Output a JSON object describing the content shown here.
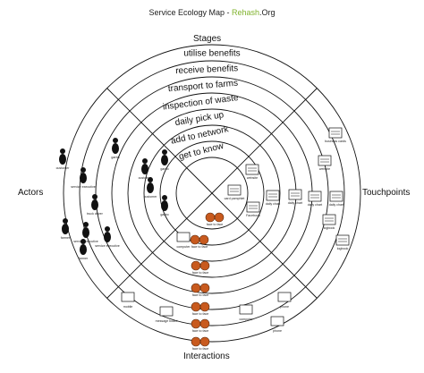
{
  "title": {
    "prefix": "Service Ecology Map - ",
    "brand": "Rehash",
    "suffix": ".Org"
  },
  "quadrants": {
    "top": "Stages",
    "left": "Actors",
    "right": "Touchpoints",
    "bottom": "Interactions"
  },
  "stages": [
    "utilise benefits",
    "receive benefits",
    "transport to farms",
    "inspection of waste",
    "daily pick up",
    "add to network",
    "get to know"
  ],
  "actors": [
    {
      "label": "customer"
    },
    {
      "label": "service executive"
    },
    {
      "label": "truck driver"
    },
    {
      "label": "garbo"
    },
    {
      "label": "customer"
    },
    {
      "label": "garbo"
    },
    {
      "label": "garbo"
    },
    {
      "label": "service executive"
    },
    {
      "label": "service executive"
    },
    {
      "label": "farmer"
    },
    {
      "label": "farmer"
    },
    {
      "label": "customer"
    }
  ],
  "touchpoints": [
    {
      "label": "business cards"
    },
    {
      "label": "website"
    },
    {
      "label": "card pamphlet"
    },
    {
      "label": "Facebook"
    },
    {
      "label": "daily chart"
    },
    {
      "label": "daily chart"
    },
    {
      "label": "daily chart"
    },
    {
      "label": "daily chart"
    },
    {
      "label": "logbook"
    },
    {
      "label": "logbook"
    },
    {
      "label": "website"
    }
  ],
  "interactions": [
    {
      "label": "face to face"
    },
    {
      "label": "face to face"
    },
    {
      "label": "face to face"
    },
    {
      "label": "face to face"
    },
    {
      "label": "face to face"
    },
    {
      "label": "face to face"
    },
    {
      "label": "face to face"
    },
    {
      "label": "mobile"
    },
    {
      "label": "message board"
    },
    {
      "label": "computer"
    },
    {
      "label": "computer"
    },
    {
      "label": "phone"
    },
    {
      "label": "phone"
    }
  ]
}
